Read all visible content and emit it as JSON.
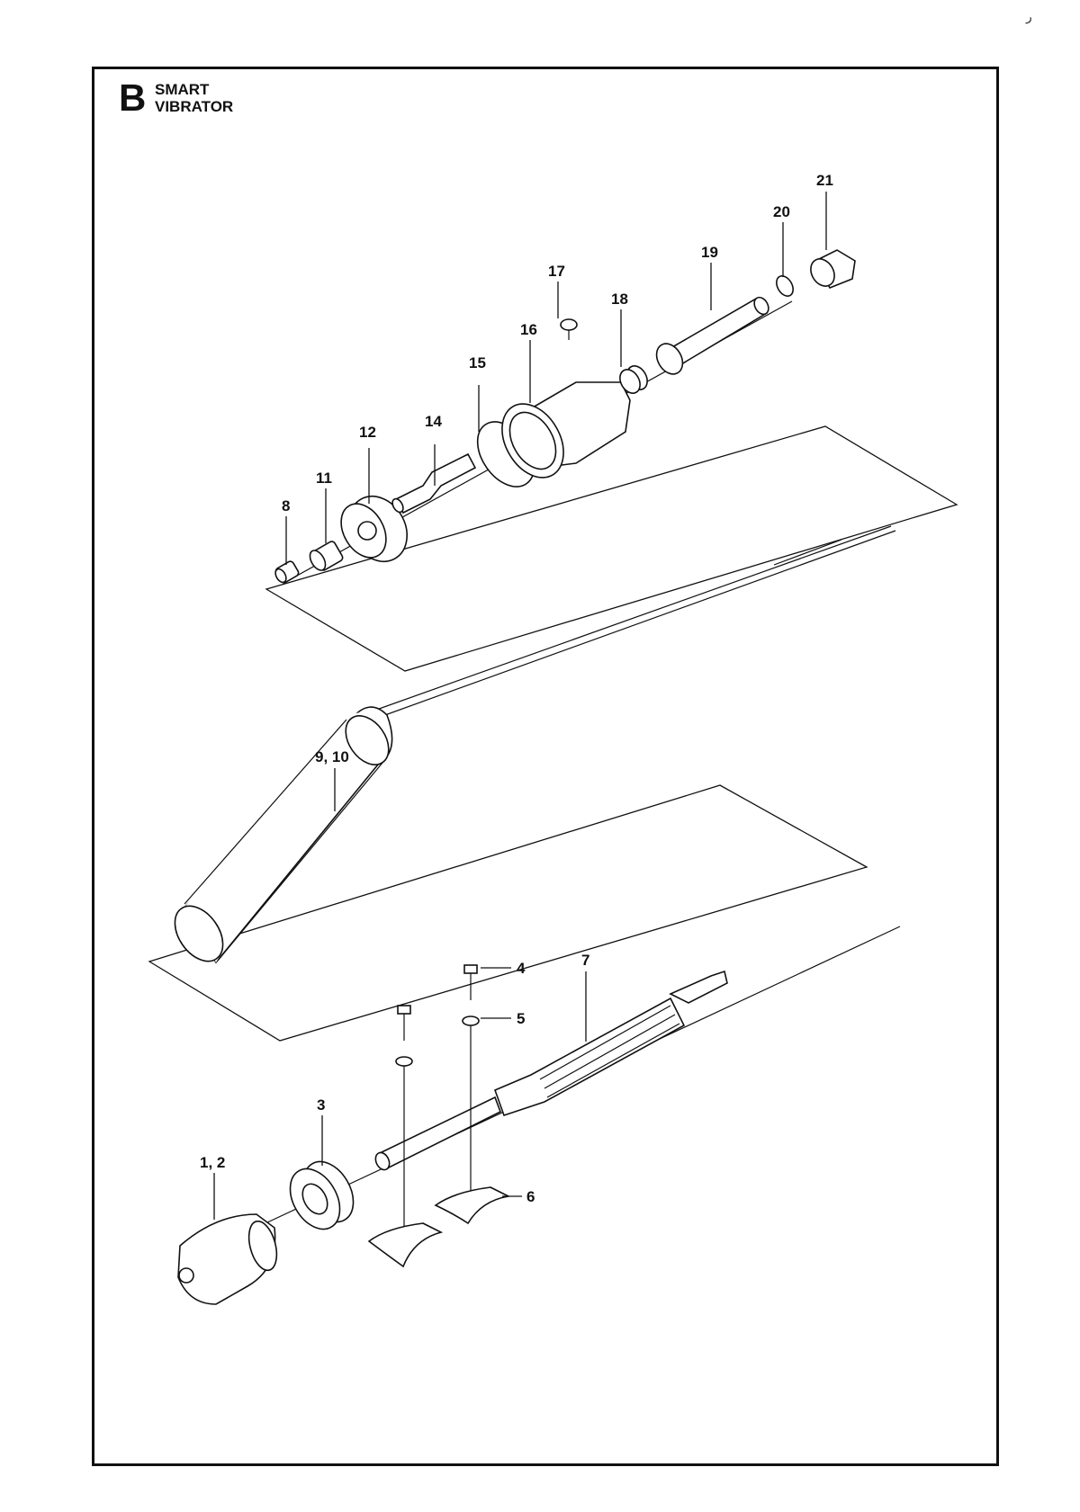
{
  "header": {
    "section_letter": "B",
    "title_line1": "SMART",
    "title_line2": "VIBRATOR"
  },
  "corner_mark": "ر",
  "callouts": [
    {
      "id": "c21",
      "label": "21"
    },
    {
      "id": "c20",
      "label": "20"
    },
    {
      "id": "c19",
      "label": "19"
    },
    {
      "id": "c17",
      "label": "17"
    },
    {
      "id": "c18",
      "label": "18"
    },
    {
      "id": "c16",
      "label": "16"
    },
    {
      "id": "c15",
      "label": "15"
    },
    {
      "id": "c14",
      "label": "14"
    },
    {
      "id": "c12",
      "label": "12"
    },
    {
      "id": "c11",
      "label": "11"
    },
    {
      "id": "c8",
      "label": "8"
    },
    {
      "id": "c910",
      "label": "9, 10"
    },
    {
      "id": "c4",
      "label": "4"
    },
    {
      "id": "c7",
      "label": "7"
    },
    {
      "id": "c5",
      "label": "5"
    },
    {
      "id": "c3",
      "label": "3"
    },
    {
      "id": "c12b",
      "label": "1, 2"
    },
    {
      "id": "c6",
      "label": "6"
    }
  ]
}
